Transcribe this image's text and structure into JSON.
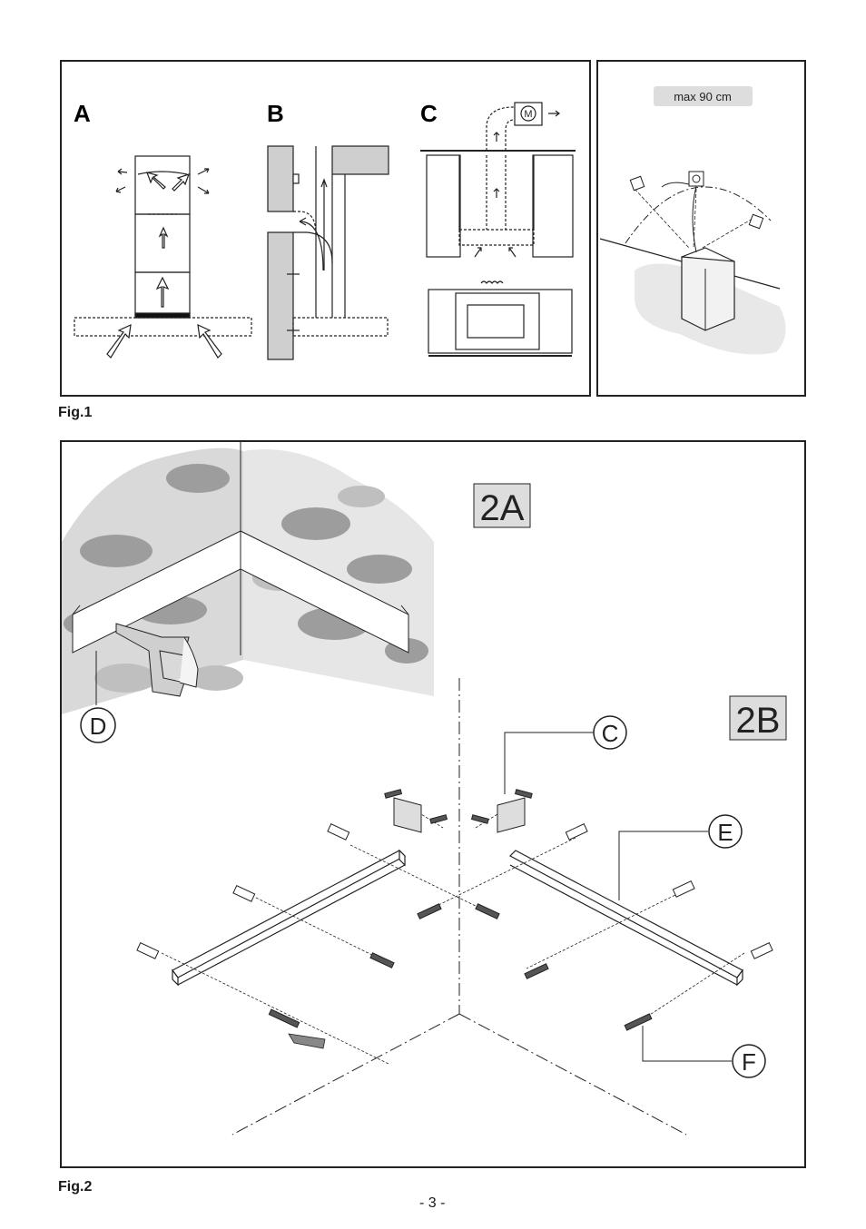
{
  "fig1": {
    "caption": "Fig.1",
    "panel_letters": [
      "A",
      "B",
      "C"
    ],
    "motor_label": "M",
    "socket_note": "max 90 cm"
  },
  "fig2": {
    "caption": "Fig.2",
    "step_2a": "2A",
    "step_2b": "2B",
    "callouts": {
      "d": "D",
      "c": "C",
      "e": "E",
      "f": "F"
    }
  },
  "page": {
    "number": "- 3 -"
  }
}
